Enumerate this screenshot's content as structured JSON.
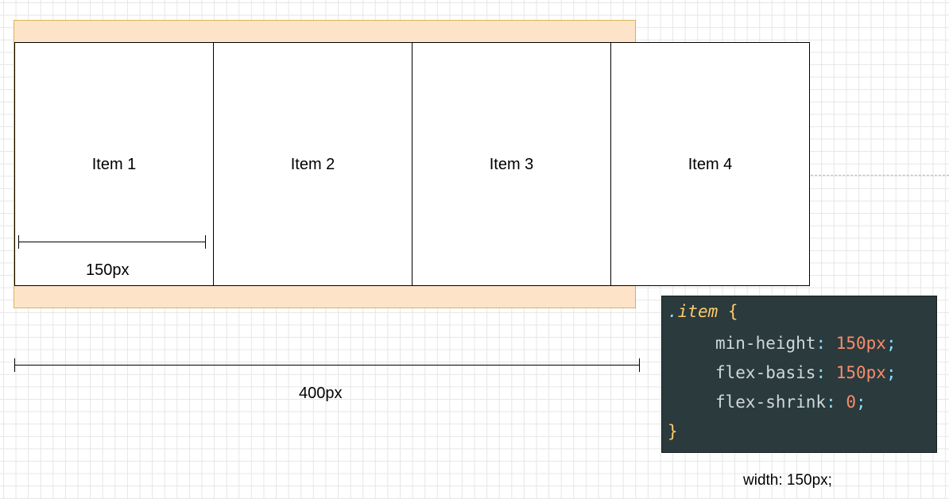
{
  "items": [
    {
      "label": "Item 1"
    },
    {
      "label": "Item 2"
    },
    {
      "label": "Item 3"
    },
    {
      "label": "Item 4"
    }
  ],
  "item_width_label": "150px",
  "container_width_label": "400px",
  "code": {
    "dot": ".",
    "selector": "item",
    "open_brace": "{",
    "close_brace": "}",
    "declarations": [
      {
        "property": "min-height",
        "value": "150px"
      },
      {
        "property": "flex-basis",
        "value": "150px"
      },
      {
        "property": "flex-shrink",
        "value": "0"
      }
    ]
  },
  "caption": "width: 150px;",
  "colors": {
    "container_fill": "#fde3c8",
    "container_border": "#d6b656",
    "code_background": "#2b3a3c",
    "code_selector": "#ffcb6b",
    "code_value": "#f78c6c"
  }
}
